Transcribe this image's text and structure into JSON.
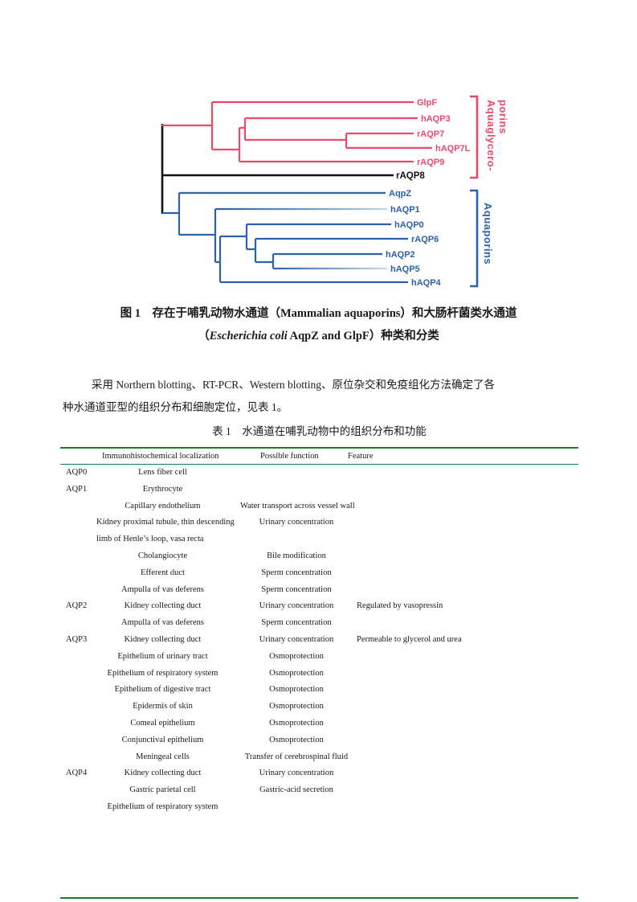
{
  "tree": {
    "red_color": "#ea4a6b",
    "blue_color": "#2e62a8",
    "black_color": "#111111",
    "red_taxa": [
      "GlpF",
      "hAQP3",
      "rAQP7",
      "hAQP7L",
      "rAQP9"
    ],
    "black_taxon": "rAQP8",
    "blue_taxa": [
      "AqpZ",
      "hAQP1",
      "hAQP0",
      "rAQP6",
      "hAQP2",
      "hAQP5",
      "hAQP4"
    ],
    "red_group_line1": "Aquaglycero-",
    "red_group_line2": "porins",
    "blue_group_label": "Aquaporins"
  },
  "caption": {
    "line1": "图 1　存在于哺乳动物水通道（Mammalian aquaporins）和大肠杆菌类水通道",
    "line2_pre": "（",
    "line2_italic": "Escherichia coli",
    "line2_rest": " AqpZ and GlpF）种类和分类"
  },
  "paragraph": {
    "line1": "采用 Northern blotting、RT-PCR、Western blotting、原位杂交和免疫组化方法确定了各",
    "line2": "种水通道亚型的组织分布和细胞定位，见表 1。"
  },
  "table": {
    "title": "表 1　水通道在哺乳动物中的组织分布和功能",
    "rule_color": "#1e7b33",
    "headers": [
      "Immunohistochemical localization",
      "Possible function",
      "Feature"
    ],
    "rows": [
      {
        "aqp": "AQP0",
        "loc": "Lens fiber cell",
        "func": "",
        "feat": ""
      },
      {
        "aqp": "AQP1",
        "loc": "Erythrocyte",
        "func": "",
        "feat": ""
      },
      {
        "aqp": "",
        "loc": "Capillary endothelium",
        "func": "Water transport across vessel wall",
        "feat": ""
      },
      {
        "aqp": "",
        "loc": "Kidney proximal tubule, thin descending",
        "loc_align": "justify",
        "func": "Urinary concentration",
        "feat": ""
      },
      {
        "aqp": "",
        "loc": "limb of Henle’s loop, vasa recta",
        "loc_align": "left",
        "func": "",
        "feat": ""
      },
      {
        "aqp": "",
        "loc": "Cholangiocyte",
        "func": "Bile modification",
        "feat": ""
      },
      {
        "aqp": "",
        "loc": "Efferent duct",
        "func": "Sperm concentration",
        "feat": ""
      },
      {
        "aqp": "",
        "loc": "Ampulla of vas deferens",
        "func": "Sperm concentration",
        "feat": ""
      },
      {
        "aqp": "AQP2",
        "loc": "Kidney collecting duct",
        "func": "Urinary concentration",
        "feat": "Regulated by vasopressin"
      },
      {
        "aqp": "",
        "loc": "Ampulla of vas deferens",
        "func": "Sperm concentration",
        "feat": ""
      },
      {
        "aqp": "AQP3",
        "loc": "Kidney collecting duct",
        "func": "Urinary concentration",
        "feat": "Permeable to glycerol and urea"
      },
      {
        "aqp": "",
        "loc": "Epithelium of urinary tract",
        "func": "Osmoprotection",
        "feat": ""
      },
      {
        "aqp": "",
        "loc": "Epithelium of respiratory system",
        "func": "Osmoprotection",
        "feat": ""
      },
      {
        "aqp": "",
        "loc": "Epithelium of digestive tract",
        "func": "Osmoprotection",
        "feat": ""
      },
      {
        "aqp": "",
        "loc": "Epidermis of skin",
        "func": "Osmoprotection",
        "feat": ""
      },
      {
        "aqp": "",
        "loc": "Comeal epithelium",
        "func": "Osmoprotection",
        "feat": ""
      },
      {
        "aqp": "",
        "loc": "Conjunctival epithelium",
        "func": "Osmoprotection",
        "feat": ""
      },
      {
        "aqp": "",
        "loc": "Meningeal cells",
        "func": "Transfer of cerebrospinal fluid",
        "feat": ""
      },
      {
        "aqp": "AQP4",
        "loc": "Kidney collecting duct",
        "func": "Urinary concentration",
        "feat": ""
      },
      {
        "aqp": "",
        "loc": "Gastric parietal cell",
        "func": "Gastric-acid secretion",
        "feat": ""
      },
      {
        "aqp": "",
        "loc": "Epithelium of respiratory system",
        "func": "",
        "feat": ""
      }
    ]
  }
}
